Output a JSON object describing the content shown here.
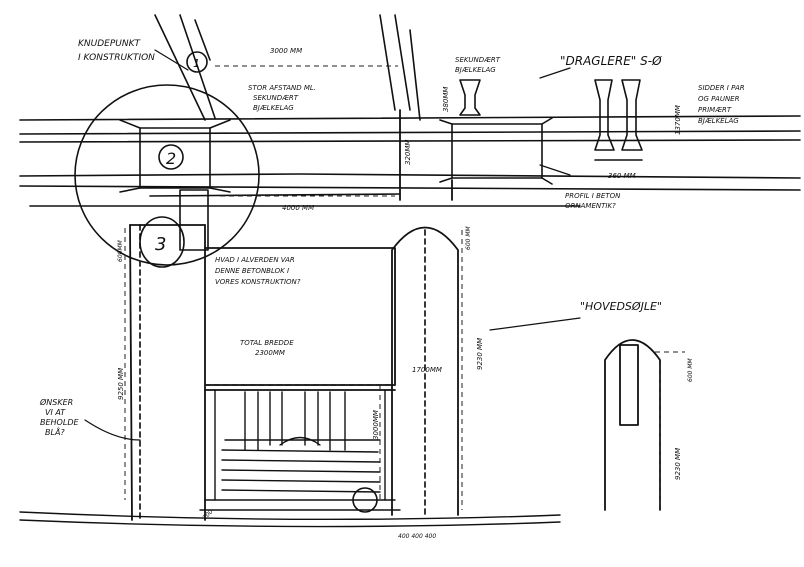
{
  "labels": {
    "knudepunkt": [
      "KNUDEPUNKT",
      "I KONSTRUKTION"
    ],
    "dim_top": "3000 MM",
    "stor_afstand": [
      "STOR AFSTAND ML.",
      "SEKUNDÆRT",
      "BJÆLKELAG"
    ],
    "sekundaert": [
      "SEKUNDÆRT",
      "BJÆLKELAG"
    ],
    "dim_380": "380MM",
    "dim_1370": "1370MM",
    "dim_320": "320MM",
    "draeglere": "\"DRAGLERE\" S-Ø",
    "sidder": [
      "SIDDER I PAR",
      "OG PAUNER",
      "PRIMÆRT",
      "BJÆLKELAG"
    ],
    "dim_360": "360 MM",
    "profil": [
      "PROFIL I BETON",
      "ORNAMENTIK?"
    ],
    "dim_4000": "4000 MM",
    "hvad": [
      "HVAD I ALVERDEN VAR",
      "DENNE BETONBLOK I",
      "VORES KONSTRUKTION?"
    ],
    "total": [
      "TOTAL BREDDE",
      "2300MM"
    ],
    "onsker": [
      "ØNSKER",
      "VI AT",
      "BEHOLDE",
      "BLÅ?"
    ],
    "dim_600a": "600MM",
    "dim_9250": "9250 MM",
    "dim_3000v": "3000MM",
    "dim_1700": "1700MM",
    "dim_9230": "9230 MM",
    "dim_600b": "600 MM",
    "bottom_dims": "400 400 400",
    "dim_200": "200",
    "hovedsojle": "\"HOVEDSØJLE\"",
    "dim_600c": "600 MM",
    "dim_9230b": "9230 MM",
    "circle_2": "2",
    "circle_3": "3",
    "circle_1": "1"
  }
}
